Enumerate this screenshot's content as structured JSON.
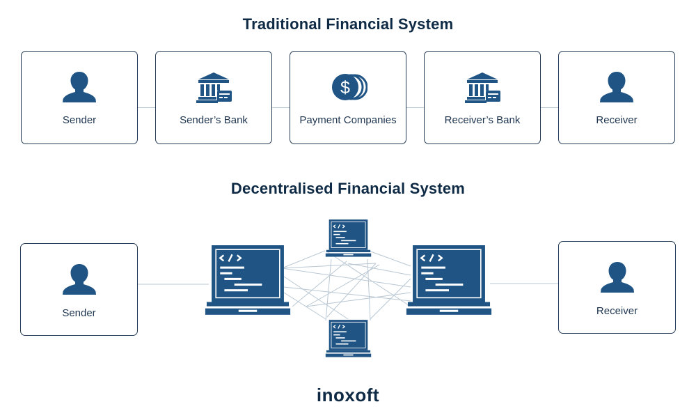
{
  "traditional": {
    "title": "Traditional Financial System",
    "nodes": [
      {
        "label": "Sender",
        "icon": "person-icon"
      },
      {
        "label": "Sender’s Bank",
        "icon": "bank-icon"
      },
      {
        "label": "Payment Companies",
        "icon": "coins-icon"
      },
      {
        "label": "Receiver’s Bank",
        "icon": "bank-icon"
      },
      {
        "label": "Receiver",
        "icon": "person-icon"
      }
    ]
  },
  "decentralised": {
    "title": "Decentralised Financial System",
    "sender": {
      "label": "Sender",
      "icon": "person-icon"
    },
    "receiver": {
      "label": "Receiver",
      "icon": "person-icon"
    },
    "network_nodes": [
      "laptop-icon",
      "laptop-icon",
      "laptop-icon",
      "laptop-icon"
    ]
  },
  "brand": {
    "logo": "inoxoft"
  },
  "colors": {
    "primary": "#1f5484",
    "text": "#0e2a45",
    "line": "#b9c7d3",
    "border": "#243b53"
  }
}
